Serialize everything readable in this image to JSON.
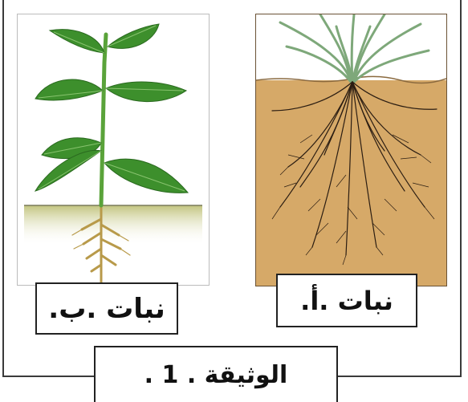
{
  "figure": {
    "plant_a_label": "نبات .أ.",
    "plant_b_label": "نبات .ب.",
    "document_title": "الوثيقة . 1 ."
  },
  "colors": {
    "soil": "#d6a968",
    "soil_edge": "#6a5235",
    "root": "#2b1d12",
    "grass": "#7ea87a",
    "leaf": "#3d8f2c",
    "stem": "#5aa33a",
    "ground_band": "#c9c98a"
  }
}
